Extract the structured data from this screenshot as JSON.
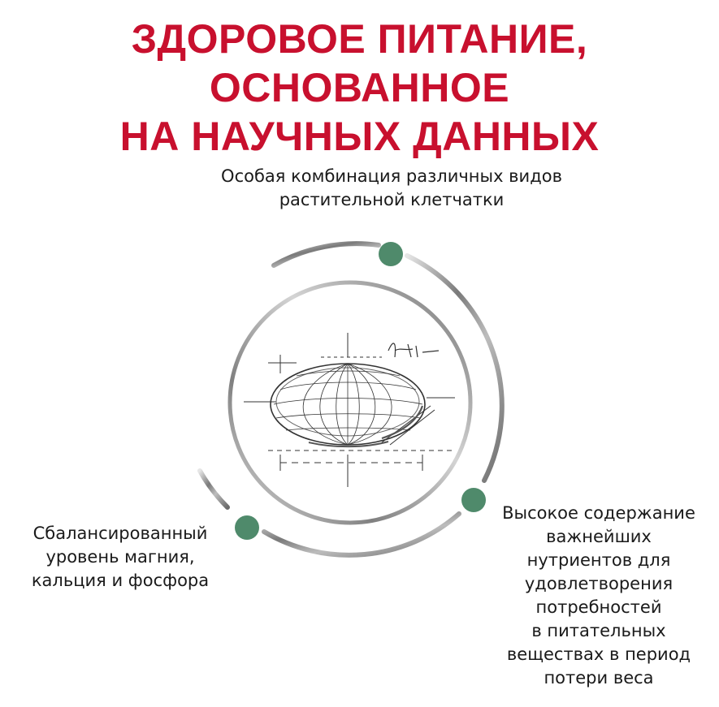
{
  "headline": {
    "line1": "ЗДОРОВОЕ ПИТАНИЕ, ОСНОВАННОЕ",
    "line2": "НА НАУЧНЫХ ДАННЫХ"
  },
  "features": {
    "top": {
      "lines": [
        "Особая комбинация различных видов",
        "растительной клетчатки"
      ]
    },
    "left": {
      "lines": [
        "Сбалансированный",
        "уровень магния,",
        "кальция и фосфора"
      ]
    },
    "right": {
      "lines": [
        "Высокое содержание",
        "важнейших",
        "нутриентов для",
        "удовлетворения",
        "потребностей",
        "в питательных",
        "веществах в период",
        "потери веса"
      ]
    }
  },
  "colors": {
    "headline": "#c8102e",
    "dot": "#4f8a6b",
    "ring": "#8a8a8a"
  },
  "icons": {
    "center": "kibble-sketch-icon",
    "markers": "green-dot-icon"
  }
}
